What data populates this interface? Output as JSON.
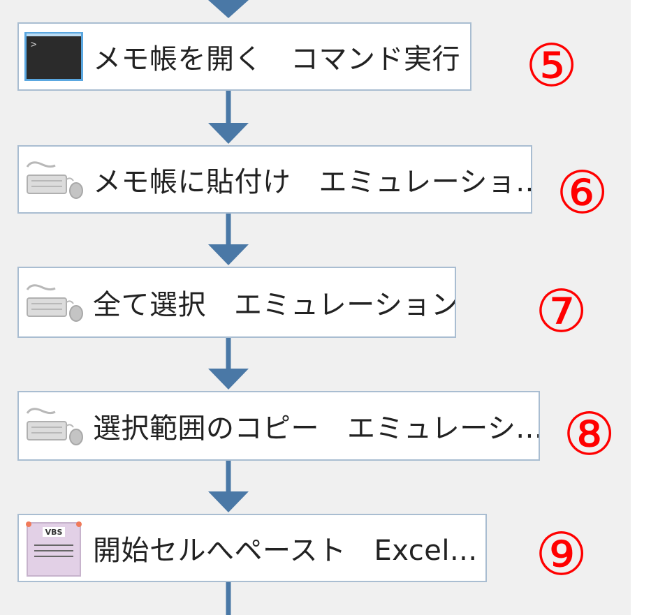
{
  "colors": {
    "canvas_background": "#f0f0f0",
    "connector": "#4a78a6",
    "node_border": "#a9bdd1",
    "step_number": "#ff0000"
  },
  "nodes": [
    {
      "icon": "command-prompt-icon",
      "name": "メモ帳を開く",
      "action": "コマンド実行",
      "step": "⑤"
    },
    {
      "icon": "keyboard-mouse-icon",
      "name": "メモ帳に貼付け",
      "action": "エミュレーショ...",
      "step": "⑥"
    },
    {
      "icon": "keyboard-mouse-icon",
      "name": "全て選択",
      "action": "エミュレーション",
      "step": "⑦"
    },
    {
      "icon": "keyboard-mouse-icon",
      "name": "選択範囲のコピー",
      "action": "エミュレーシ...",
      "step": "⑧"
    },
    {
      "icon": "vbs-script-icon",
      "vbs_badge": "VBS",
      "name": "開始セルへペースト",
      "action": "Excel...",
      "step": "⑨"
    }
  ]
}
